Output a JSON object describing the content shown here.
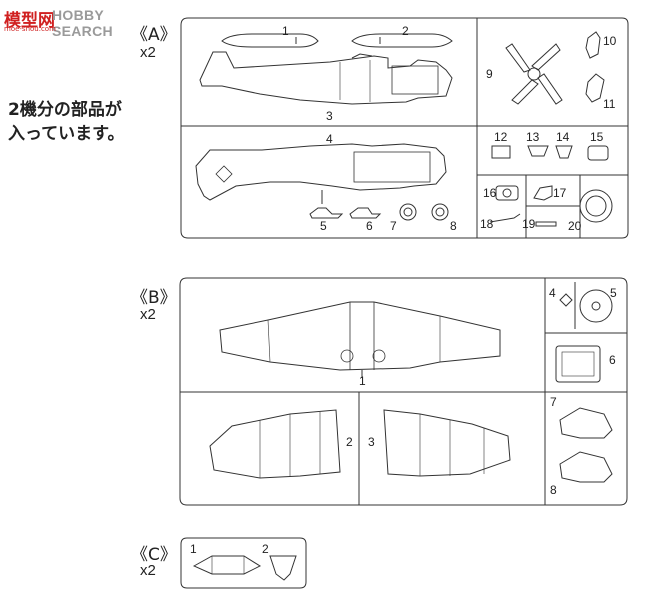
{
  "watermark": {
    "site_cn": "模型网",
    "site_en": "HOBBY SEARCH",
    "url": "moe-shou.com"
  },
  "note": {
    "line1": "2機分の部品が",
    "line2": "入っています。"
  },
  "sprues": [
    {
      "label": "《A》",
      "multiplier": "x2",
      "parts": [
        "1",
        "2",
        "3",
        "4",
        "5",
        "6",
        "7",
        "8",
        "9",
        "10",
        "11",
        "12",
        "13",
        "14",
        "15",
        "16",
        "17",
        "18",
        "19",
        "20"
      ]
    },
    {
      "label": "《B》",
      "multiplier": "x2",
      "parts": [
        "1",
        "2",
        "3",
        "4",
        "5",
        "6",
        "7",
        "8"
      ]
    },
    {
      "label": "《C》",
      "multiplier": "x2",
      "parts": [
        "1",
        "2"
      ]
    }
  ]
}
